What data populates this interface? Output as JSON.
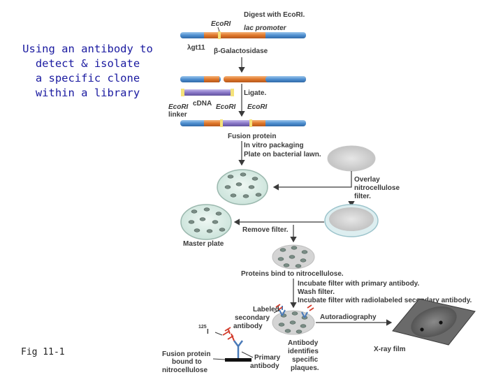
{
  "title": "Using an antibody to\ndetect & isolate\na specific clone\nwithin a library",
  "figure_label": "Fig 11-1",
  "labels": {
    "ecori_top": "EcoRI",
    "digest_line1": "Digest with EcoRI.",
    "digest_line2": "lac promoter",
    "lambda_gt11": "λgt11",
    "beta_gal": "β-Galactosidase",
    "ligate": "Ligate.",
    "cdna": "cDNA",
    "ecori_linker_1": "EcoRI",
    "ecori_linker_2": "linker",
    "ecori_mid_1": "EcoRI",
    "ecori_mid_2": "EcoRI",
    "fusion_protein": "Fusion protein",
    "in_vitro_1": "In vitro packaging",
    "in_vitro_2": "Plate on bacterial lawn.",
    "overlay_1": "Overlay",
    "overlay_2": "nitrocellulose",
    "overlay_3": "filter.",
    "remove_filter": "Remove filter.",
    "master_plate": "Master plate",
    "proteins_bind": "Proteins bind to nitrocellulose.",
    "incubate_1": "Incubate filter with primary antibody.",
    "incubate_2": "Wash filter.",
    "incubate_3": "Incubate filter with radiolabeled secondary antibody.",
    "labeled_1": "Labeled",
    "labeled_2": "secondary",
    "labeled_3": "antibody",
    "i125": "125",
    "i125_sym": "I",
    "autoradiography": "Autoradiography",
    "antibody_id_1": "Antibody",
    "antibody_id_2": "identifies",
    "antibody_id_3": "specific",
    "antibody_id_4": "plaques.",
    "xray_film": "X-ray film",
    "fusion_bound_1": "Fusion protein",
    "fusion_bound_2": "bound to",
    "fusion_bound_3": "nitrocellulose",
    "primary_ab_1": "Primary",
    "primary_ab_2": "antibody"
  },
  "colors": {
    "title_text": "#1a1aa0",
    "dna_blue": "#4f8fd0",
    "dna_orange": "#e0772a",
    "cdna_purple": "#8a78c8",
    "arrow": "#3a3a3a",
    "plate_green": "#d8ece6",
    "film_gray": "#6a6a6a",
    "antibody_red": "#d23a2a",
    "antibody_blue": "#4a7ab8"
  }
}
